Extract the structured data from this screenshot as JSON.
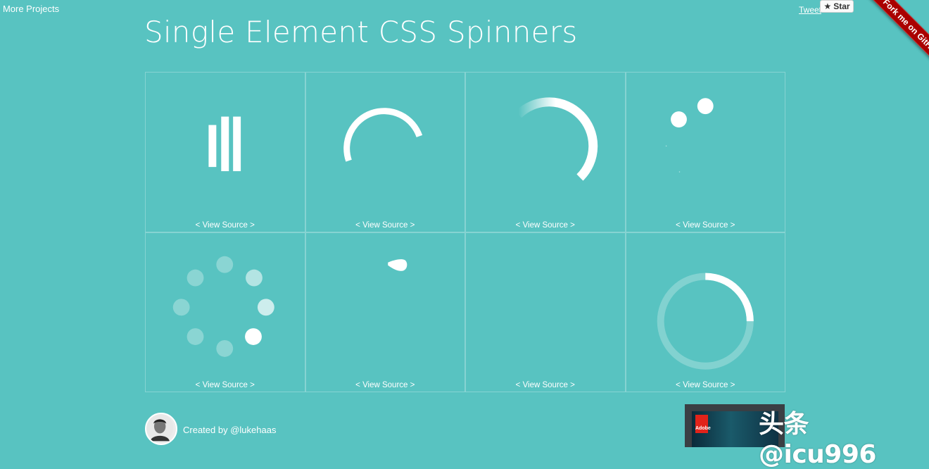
{
  "nav": {
    "more_projects": "‹ More Projects",
    "tweet": "Tweet",
    "star": "Star",
    "fork_ribbon": "Fork me on GitHub"
  },
  "page": {
    "title": "Single Element CSS Spinners"
  },
  "spinners": [
    {
      "label": "< View Source >",
      "kind": "bars"
    },
    {
      "label": "< View Source >",
      "kind": "arc"
    },
    {
      "label": "< View Source >",
      "kind": "gradient-arc"
    },
    {
      "label": "< View Source >",
      "kind": "orbit-dots"
    },
    {
      "label": "< View Source >",
      "kind": "dot-ring"
    },
    {
      "label": "< View Source >",
      "kind": "comet"
    },
    {
      "label": "< View Source >",
      "kind": "blank"
    },
    {
      "label": "< View Source >",
      "kind": "ring-arc"
    }
  ],
  "footer": {
    "created_by": "Created by @lukehaas"
  },
  "ad": {
    "brand": "Adobe"
  },
  "watermark": "头条 @icu996",
  "colors": {
    "background": "#58c3c1",
    "foreground": "#ffffff",
    "ribbon": "#aa0000"
  }
}
